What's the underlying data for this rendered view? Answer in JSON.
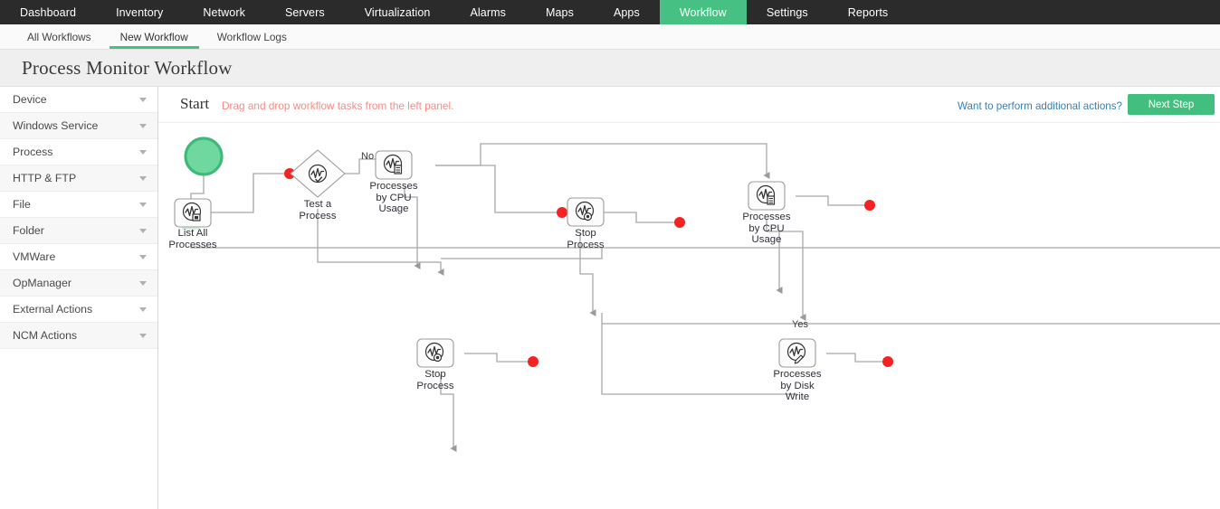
{
  "topnav": {
    "items": [
      {
        "label": "Dashboard",
        "active": false
      },
      {
        "label": "Inventory",
        "active": false
      },
      {
        "label": "Network",
        "active": false
      },
      {
        "label": "Servers",
        "active": false
      },
      {
        "label": "Virtualization",
        "active": false
      },
      {
        "label": "Alarms",
        "active": false
      },
      {
        "label": "Maps",
        "active": false
      },
      {
        "label": "Apps",
        "active": false
      },
      {
        "label": "Workflow",
        "active": true
      },
      {
        "label": "Settings",
        "active": false
      },
      {
        "label": "Reports",
        "active": false
      }
    ],
    "active_color": "#47c183",
    "bar_color": "#2b2b2b"
  },
  "subnav": {
    "items": [
      {
        "label": "All Workflows",
        "active": false
      },
      {
        "label": "New Workflow",
        "active": true
      },
      {
        "label": "Workflow Logs",
        "active": false
      }
    ],
    "underline_color": "#47c183"
  },
  "page": {
    "title": "Process Monitor Workflow"
  },
  "sidebar": {
    "items": [
      {
        "label": "Device"
      },
      {
        "label": "Windows Service"
      },
      {
        "label": "Process"
      },
      {
        "label": "HTTP & FTP"
      },
      {
        "label": "File"
      },
      {
        "label": "Folder"
      },
      {
        "label": "VMWare"
      },
      {
        "label": "OpManager"
      },
      {
        "label": "External Actions"
      },
      {
        "label": "NCM Actions"
      }
    ]
  },
  "canvas_header": {
    "start_label": "Start",
    "hint": "Drag and drop workflow tasks from the left panel.",
    "hint_color": "#f98b85",
    "additional_actions_link": "Want to perform additional actions?",
    "link_color": "#3a7fb5",
    "next_step_label": "Next Step",
    "next_step_color": "#42bf7f"
  },
  "workflow": {
    "start_node": {
      "name": "start-node",
      "shape": "circle",
      "fill": "#7ddfab",
      "stroke": "#3cb878"
    },
    "nodes": [
      {
        "id": "list-all-processes",
        "label": "List All\nProcesses",
        "icon": "process-list-icon",
        "shape": "rounded-rect"
      },
      {
        "id": "test-a-process",
        "label": "Test a\nProcess",
        "icon": "process-check-icon",
        "shape": "diamond"
      },
      {
        "id": "processes-by-cpu-usage-1",
        "label": "Processes\nby CPU\nUsage",
        "icon": "process-report-icon",
        "shape": "rounded-rect"
      },
      {
        "id": "stop-process-1",
        "label": "Stop\nProcess",
        "icon": "process-stop-icon",
        "shape": "rounded-rect"
      },
      {
        "id": "processes-by-cpu-usage-2",
        "label": "Processes\nby CPU\nUsage",
        "icon": "process-report-icon",
        "shape": "rounded-rect"
      },
      {
        "id": "stop-process-2",
        "label": "Stop\nProcess",
        "icon": "process-stop-icon",
        "shape": "rounded-rect"
      },
      {
        "id": "processes-by-disk-write",
        "label": "Processes\nby Disk\nWrite",
        "icon": "process-edit-icon",
        "shape": "rounded-rect"
      }
    ],
    "edge_labels": [
      {
        "id": "edge-label-no",
        "text": "No"
      },
      {
        "id": "edge-label-yes",
        "text": "Yes"
      }
    ],
    "endpoint_dot_color": "#f42222",
    "connector_color": "#a0a0a0",
    "endpoint_count": 6
  }
}
